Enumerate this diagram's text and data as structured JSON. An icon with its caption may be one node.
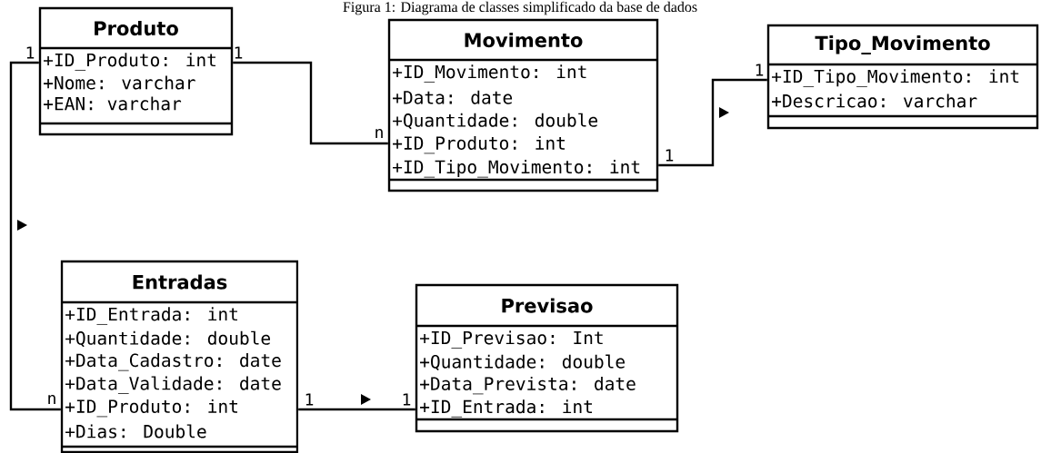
{
  "diagram": {
    "caption": "Figura 1: Diagrama de classes simplificado da base de dados",
    "nodes": [
      {
        "text": [
          "Produto",
          "+ID_Produto: int",
          "+Nome: varchar",
          "+EAN: varchar"
        ]
      },
      {
        "text": [
          "Movimento",
          "+ID_Movimento: int",
          "+Data: date",
          "+Quantidade: double",
          "+ID_Produto: int",
          "+ID_Tipo_Movimento: int"
        ]
      },
      {
        "text": [
          "Tipo_Movimento",
          "+ID_Tipo_Movimento: int",
          "+Descricao: varchar"
        ]
      },
      {
        "text": [
          "Entradas",
          "+ID_Entrada: int",
          "+Quantidade: double",
          "+Data_Cadastro: date",
          "+Data_Validade: date",
          "+ID_Produto: int",
          "+Dias: Double"
        ]
      },
      {
        "text": [
          "Previsao",
          "+ID_Previsao: Int",
          "+Quantidade: double",
          "+Data_Prevista: date",
          "+ID_Entrada: int"
        ]
      }
    ],
    "edges": [
      {
        "from": 0,
        "to": 1,
        "arrow": "none"
      },
      {
        "from": 1,
        "to": 2,
        "arrow": "none"
      },
      {
        "from": 0,
        "to": 3,
        "arrow": "none"
      },
      {
        "from": 3,
        "to": 4,
        "arrow": "none"
      }
    ],
    "labels": [
      "1",
      "1",
      "1",
      "n",
      "1",
      "n",
      "1",
      "1"
    ]
  }
}
